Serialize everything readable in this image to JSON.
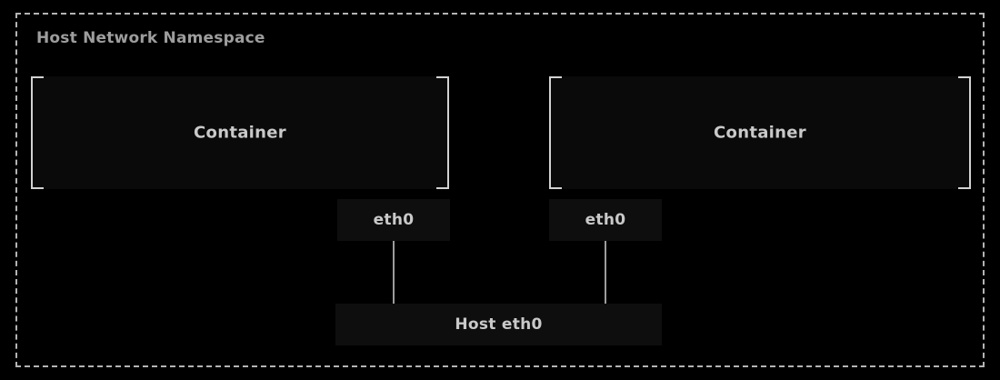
{
  "diagram": {
    "title": "Host Network Namespace",
    "boundary_style": "dashed",
    "colors": {
      "background": "#000000",
      "boundary_stroke": "#b4b4b4",
      "container_stroke": "#d2d2d2",
      "container_fill": "#0a0a0a",
      "interface_fill": "#0e0e0e",
      "connector_stroke": "#9c9c9c",
      "title_text": "#9d9d9d",
      "body_text": "#c9c9c9"
    },
    "containers": [
      {
        "label": "Container"
      },
      {
        "label": "Container"
      }
    ],
    "interfaces": [
      {
        "label": "eth0"
      },
      {
        "label": "eth0"
      }
    ],
    "host_interface": {
      "label": "Host eth0"
    },
    "connections": [
      {
        "from": "eth0",
        "to": "Host eth0"
      },
      {
        "from": "eth0",
        "to": "Host eth0"
      }
    ]
  }
}
